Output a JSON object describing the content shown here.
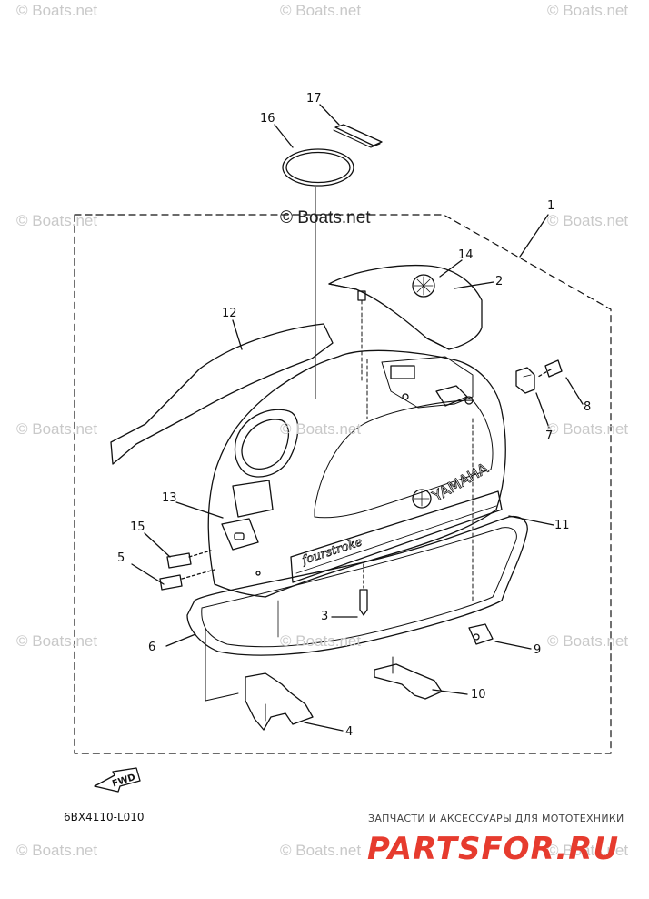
{
  "watermarks": {
    "repeat": "© Boats.net",
    "main": "© Boats.net"
  },
  "callouts": [
    "1",
    "2",
    "3",
    "4",
    "5",
    "6",
    "7",
    "8",
    "9",
    "10",
    "11",
    "12",
    "13",
    "14",
    "15",
    "16",
    "17"
  ],
  "decals": {
    "brand": "YAMAHA",
    "model": "fourstroke"
  },
  "fwd_label": "FWD",
  "diagram_code": "6BX4110-L010",
  "footer": {
    "tagline": "ЗАПЧАСТИ И АКСЕССУАРЫ ДЛЯ МОТОТЕХНИКИ",
    "logo": "PARTSFOR.RU"
  },
  "colors": {
    "line": "#111111",
    "watermark": "#c9c9c9",
    "logo": "#e63b2e"
  }
}
